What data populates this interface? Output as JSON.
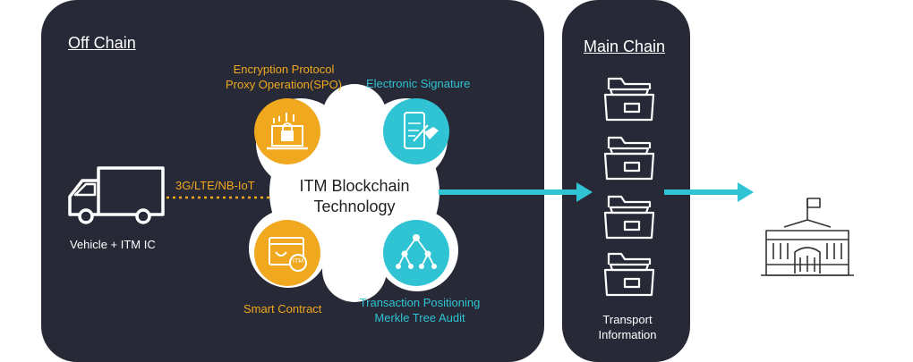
{
  "offchain": {
    "title": "Off  Chain"
  },
  "mainchain": {
    "title": "Main Chain",
    "label_line1": "Transport",
    "label_line2": "Information"
  },
  "center": {
    "line1": "ITM Blockchain",
    "line2": "Technology"
  },
  "nodes": {
    "encryption": {
      "line1": "Encryption Protocol",
      "line2": "Proxy Operation(SPO)"
    },
    "signature": {
      "label": "Electronic Signature"
    },
    "smart_contract": {
      "label": "Smart Contract",
      "badge": "ITM"
    },
    "transaction": {
      "line1": "Transaction Positioning",
      "line2": "Merkle Tree Audit"
    }
  },
  "vehicle": {
    "label": "Vehicle + ITM IC"
  },
  "connection": {
    "label": "3G/LTE/NB-IoT"
  },
  "colors": {
    "panel": "#272936",
    "orange": "#f0a81f",
    "cyan": "#2fc3d3",
    "white": "#ffffff"
  },
  "icons": [
    "truck-icon",
    "padlock-laptop-icon",
    "tablet-signature-icon",
    "browser-smile-icon",
    "merkle-tree-icon",
    "folder-icon",
    "government-building-icon"
  ]
}
